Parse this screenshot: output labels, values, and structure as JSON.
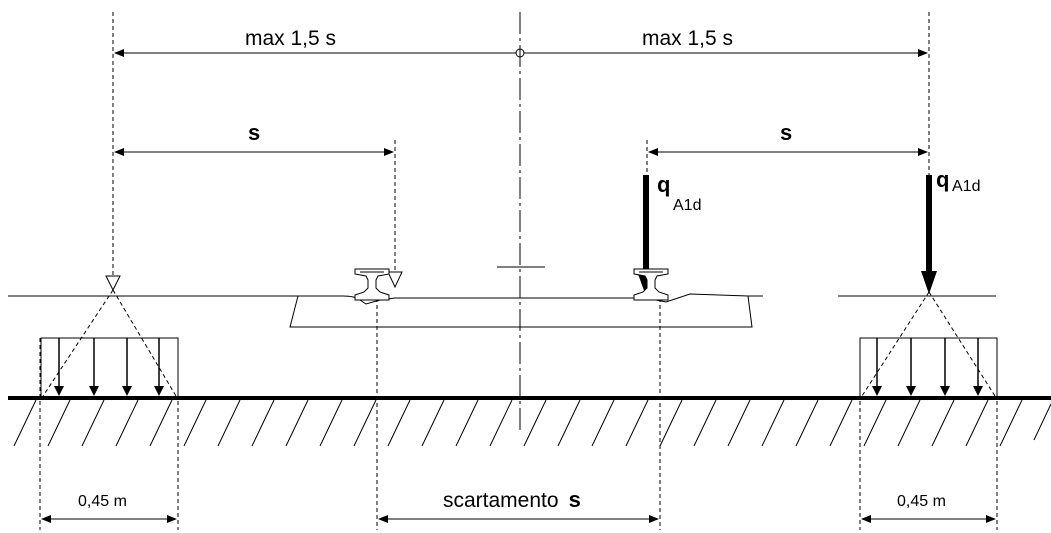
{
  "dimensions": {
    "max_left": "max  1,5 s",
    "max_right": "max  1,5 s",
    "s_left": "s",
    "s_right": "s",
    "scartamento_word": "scartamento",
    "scartamento_symbol": "s",
    "width_left": "0,45 m",
    "width_right": "0,45 m"
  },
  "loads": {
    "center": {
      "symbol": "q",
      "subscript": "A1d"
    },
    "right": {
      "symbol": "q",
      "subscript": "A1d"
    }
  }
}
